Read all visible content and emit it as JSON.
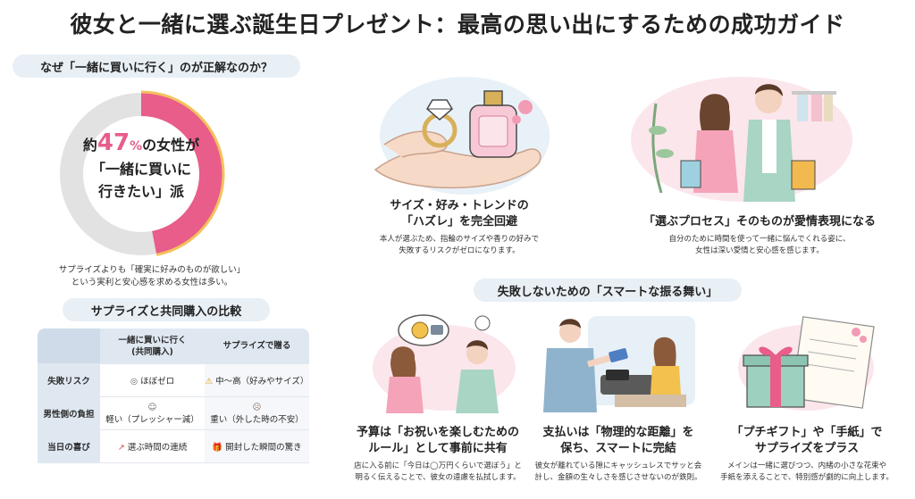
{
  "title": "彼女と一緒に選ぶ誕生日プレゼント：最高の思い出にするための成功ガイド",
  "why": {
    "heading": "なぜ「一緒に買いに行く」のが正解なのか？",
    "donut": {
      "percent": 47,
      "prefix": "約",
      "big": "47",
      "pct_sign": "%",
      "line1_suffix": "の女性が",
      "line2": "「一緒に買いに",
      "line3": "行きたい」派",
      "accent_color": "#e85d8a",
      "track_color": "#e2e2e2"
    },
    "caption_line1": "サプライズよりも「確実に好みのものが欲しい」",
    "caption_line2": "という実利と安心感を求める女性は多い。"
  },
  "comparison": {
    "heading": "サプライズと共同購入の比較",
    "col1_line1": "一緒に買いに行く",
    "col1_line2": "(共同購入)",
    "col2": "サプライズで贈る",
    "rows": [
      {
        "label": "失敗リスク",
        "icon1": "check-circle-icon",
        "glyph1": "◎",
        "a": "ほぼゼロ",
        "icon2": "warning-icon",
        "glyph2": "⚠",
        "b": "中〜高（好みやサイズ）"
      },
      {
        "label": "男性側の負担",
        "icon1": "smile-icon",
        "glyph1": "☺",
        "a": "軽い（プレッシャー減）",
        "icon2": "worried-person-icon",
        "glyph2": "☹",
        "b": "重い（外した時の不安）"
      },
      {
        "label": "当日の喜び",
        "icon1": "chart-up-icon",
        "glyph1": "↗",
        "a": "選ぶ時間の連続",
        "icon2": "gift-icon",
        "glyph2": "🎁",
        "b": "開封した瞬間の驚き"
      }
    ]
  },
  "benefits": [
    {
      "title_line1": "サイズ・好み・トレンドの",
      "title_line2": "「ハズレ」を完全回避",
      "body_line1": "本人が選ぶため、指輪のサイズや香りの好みで",
      "body_line2": "失敗するリスクがゼロになります。",
      "icon": "ring-perfume-hand-icon"
    },
    {
      "title_line1": "「選ぶプロセス」そのものが愛情表現になる",
      "body_line1": "自分のために時間を使って一緒に悩んでくれる姿に、",
      "body_line2": "女性は深い愛情と安心感を感じます。",
      "icon": "shopping-couple-icon"
    }
  ],
  "smart": {
    "heading": "失敗しないための「スマートな振る舞い」",
    "items": [
      {
        "title_line1": "予算は「お祝いを楽しむための",
        "title_line2": "ルール」として事前に共有",
        "body_line1": "店に入る前に「今日は◯万円くらいで選ぼう」と",
        "body_line2": "明るく伝えることで、彼女の遠慮を払拭します。",
        "icon": "budget-talk-icon"
      },
      {
        "title_line1": "支払いは「物理的な距離」を",
        "title_line2": "保ち、スマートに完結",
        "body_line1": "彼女が離れている隙にキャッシュレスでサッと会",
        "body_line2": "計し、金額の生々しさを感じさせないのが鉄則。",
        "icon": "card-payment-icon"
      },
      {
        "title_line1": "「プチギフト」や「手紙」で",
        "title_line2": "サプライズをプラス",
        "body_line1": "メインは一緒に選びつつ、内緒の小さな花束や",
        "body_line2": "手紙を添えることで、特別感が劇的に向上します。",
        "icon": "gift-letter-icon"
      }
    ]
  }
}
